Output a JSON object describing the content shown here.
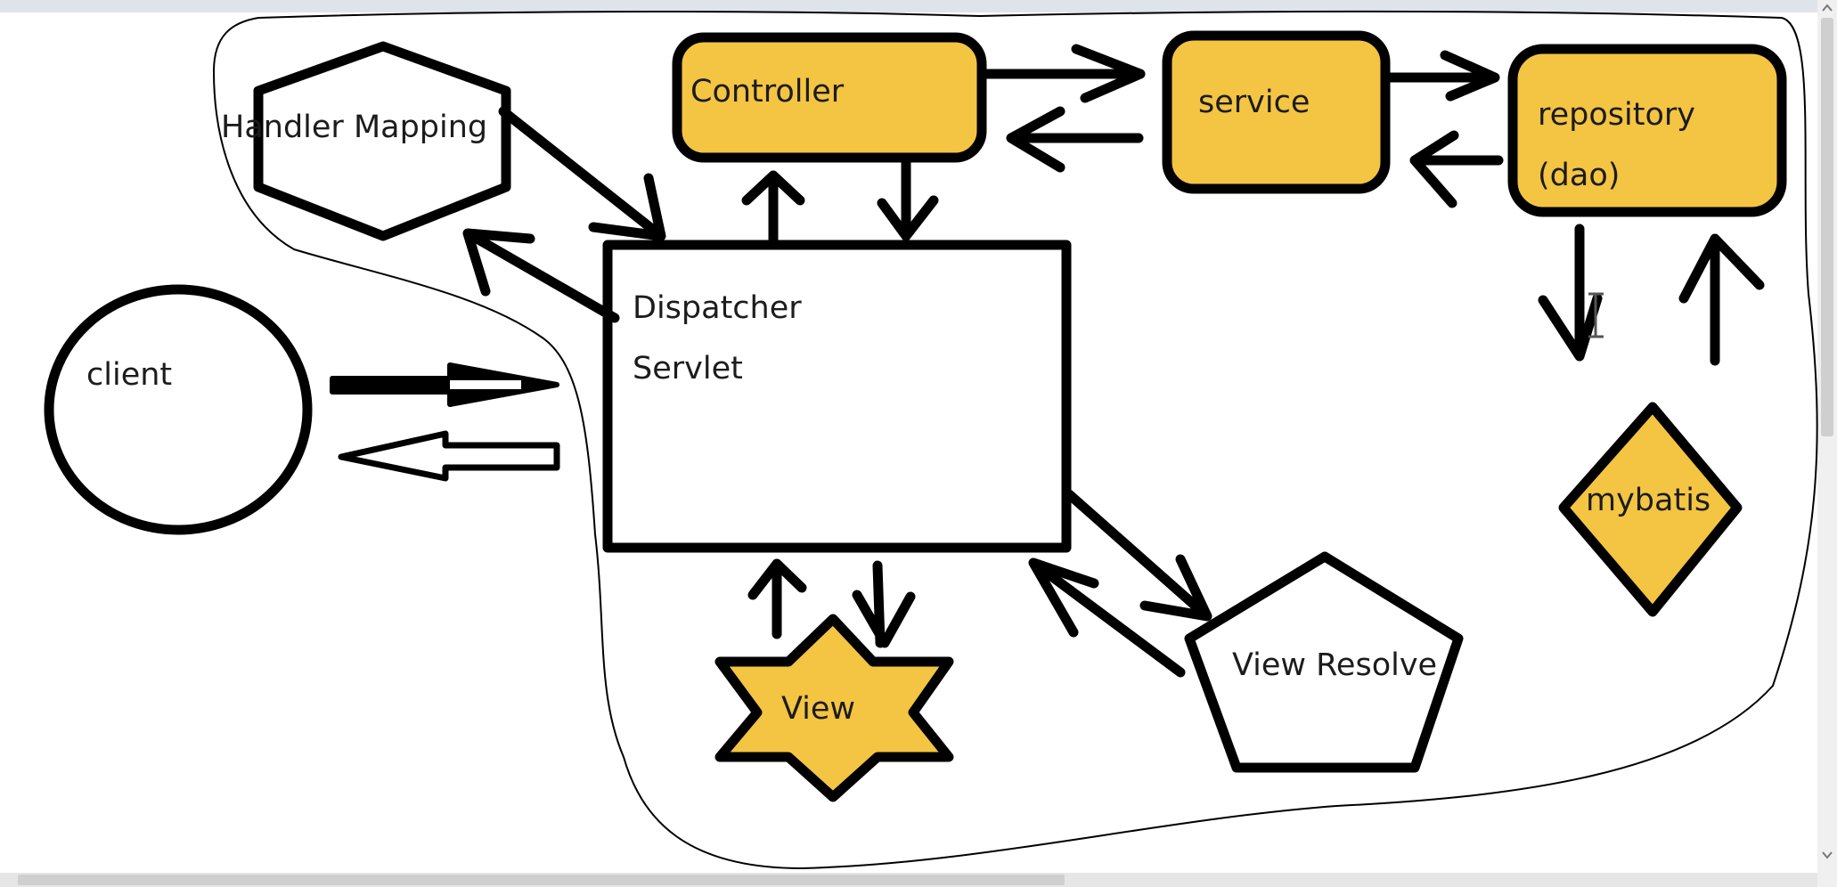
{
  "colors": {
    "fill_accent": "#f4c443",
    "stroke": "#000000",
    "background": "#ffffff",
    "scrollbar_track": "#e6e6e6",
    "scrollbar_thumb": "#cfcfcf"
  },
  "diagram": {
    "nodes": {
      "handler_mapping": {
        "label": "Handler Mapping",
        "shape": "hexagon"
      },
      "controller": {
        "label": "Controller",
        "shape": "rounded-rectangle"
      },
      "service": {
        "label": "service",
        "shape": "rounded-rectangle"
      },
      "repository": {
        "label_line1": "repository",
        "label_line2": "(dao)",
        "shape": "rounded-rectangle"
      },
      "client": {
        "label": "client",
        "shape": "circle"
      },
      "dispatcher_servlet": {
        "label_line1": "Dispatcher",
        "label_line2": "Servlet",
        "shape": "rectangle"
      },
      "mybatis": {
        "label": "mybatis",
        "shape": "diamond"
      },
      "view": {
        "label": "View",
        "shape": "six-point-star"
      },
      "view_resolver": {
        "label": "View Resolve",
        "shape": "pentagon"
      }
    }
  }
}
